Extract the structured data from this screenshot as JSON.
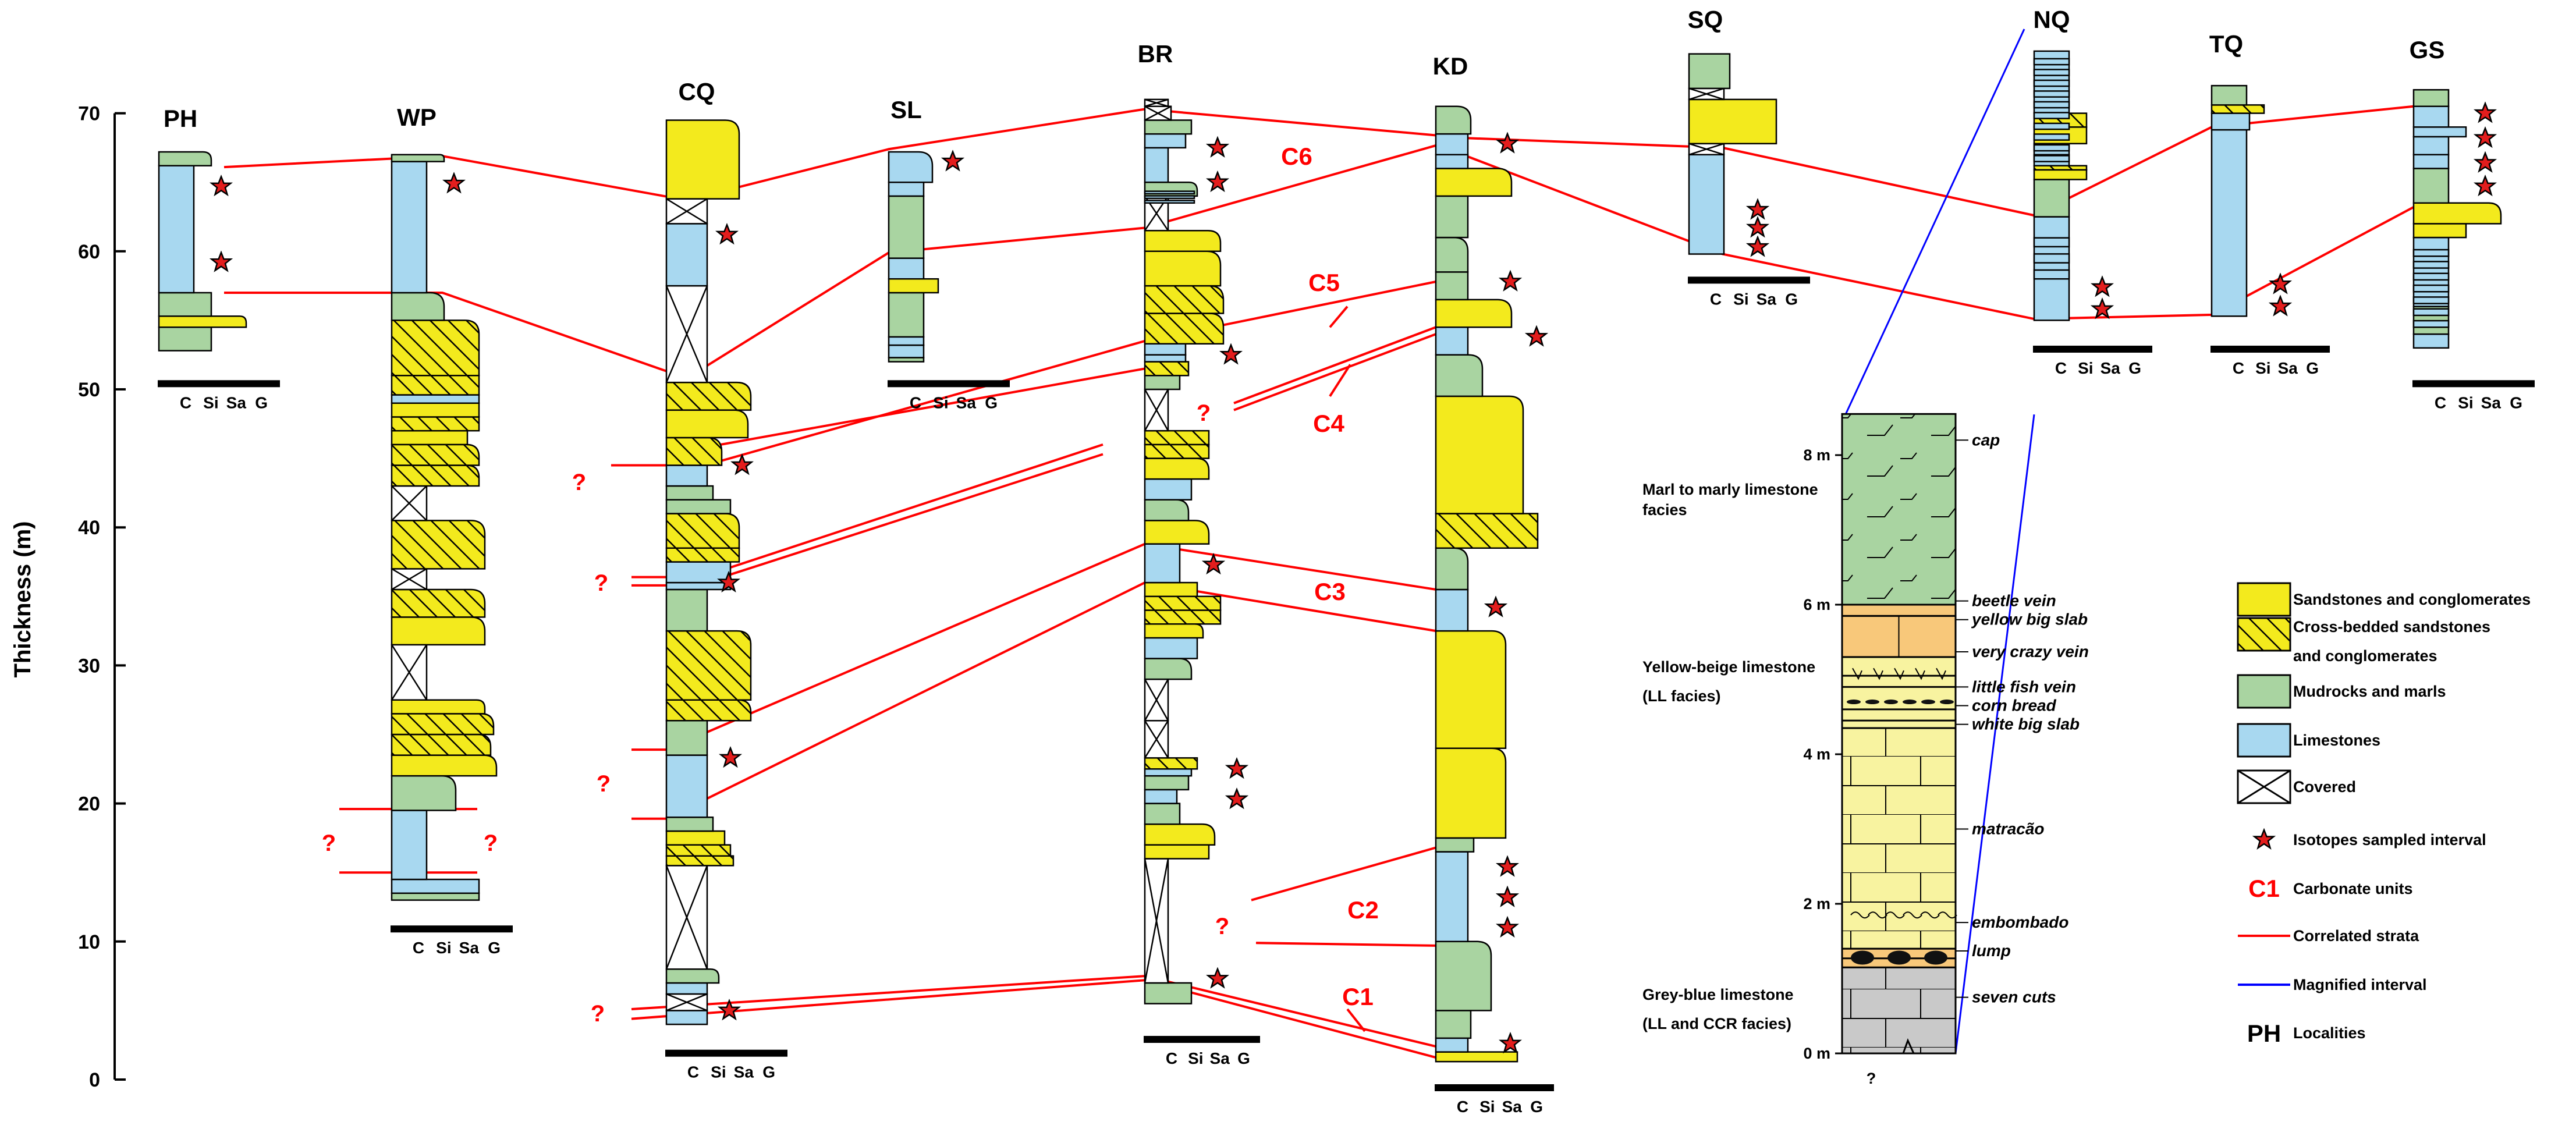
{
  "y_axis": {
    "title": "Thickness (m)",
    "ticks": [
      "0",
      "10",
      "20",
      "30",
      "40",
      "50",
      "60",
      "70"
    ]
  },
  "grain_scale": [
    "C",
    "Si",
    "Sa",
    "G"
  ],
  "localities": [
    "PH",
    "WP",
    "CQ",
    "SL",
    "BR",
    "KD",
    "SQ",
    "NQ",
    "TQ",
    "GS"
  ],
  "units": [
    {
      "id": "C1"
    },
    {
      "id": "C2"
    },
    {
      "id": "C3"
    },
    {
      "id": "C4"
    },
    {
      "id": "C5"
    },
    {
      "id": "C6"
    }
  ],
  "question_mark": "?",
  "legend": {
    "items": [
      {
        "kind": "sandstone",
        "label": "Sandstones and conglomerates",
        "label2": ""
      },
      {
        "kind": "crossbed",
        "label": "Cross-bedded sandstones",
        "label2": "and conglomerates"
      },
      {
        "kind": "mud",
        "label": "Mudrocks and marls",
        "label2": ""
      },
      {
        "kind": "lime",
        "label": "Limestones",
        "label2": ""
      },
      {
        "kind": "covered",
        "label": "Covered",
        "label2": ""
      },
      {
        "kind": "star",
        "label": "Isotopes sampled interval",
        "label2": ""
      },
      {
        "kind": "unit",
        "symbol": "C1",
        "label": "Carbonate units",
        "label2": ""
      },
      {
        "kind": "redline",
        "label": "Correlated strata",
        "label2": ""
      },
      {
        "kind": "blueline",
        "label": "Magnified interval",
        "label2": ""
      },
      {
        "kind": "locality",
        "symbol": "PH",
        "label": "Localities",
        "label2": ""
      }
    ]
  },
  "detail": {
    "meters": [
      "0 m",
      "2 m",
      "4 m",
      "6 m",
      "8 m"
    ],
    "beds": [
      "cap",
      "beetle vein",
      "yellow big slab",
      "very crazy vein",
      "little fish vein",
      "corn bread",
      "white big slab",
      "matracão",
      "embombado",
      "lump",
      "seven cuts"
    ],
    "facies": [
      {
        "line1": "Marl to marly limestone",
        "line2": "facies"
      },
      {
        "line1": "Yellow-beige limestone",
        "line2": "(LL facies)"
      },
      {
        "line1": "Grey-blue limestone",
        "line2": "(LL and CCR facies)"
      }
    ],
    "bottom_mark": "?"
  },
  "colors": {
    "sandstone": "#f3ea1d",
    "limestone": "#a8d8f0",
    "mudrock": "#a9d4a1",
    "yellow_limestone": "#f8f3a0",
    "slab_orange": "#f8c87a",
    "grey_limestone": "#c9c9c9",
    "correlation": "#ff0000",
    "magnified": "#0000ff"
  }
}
